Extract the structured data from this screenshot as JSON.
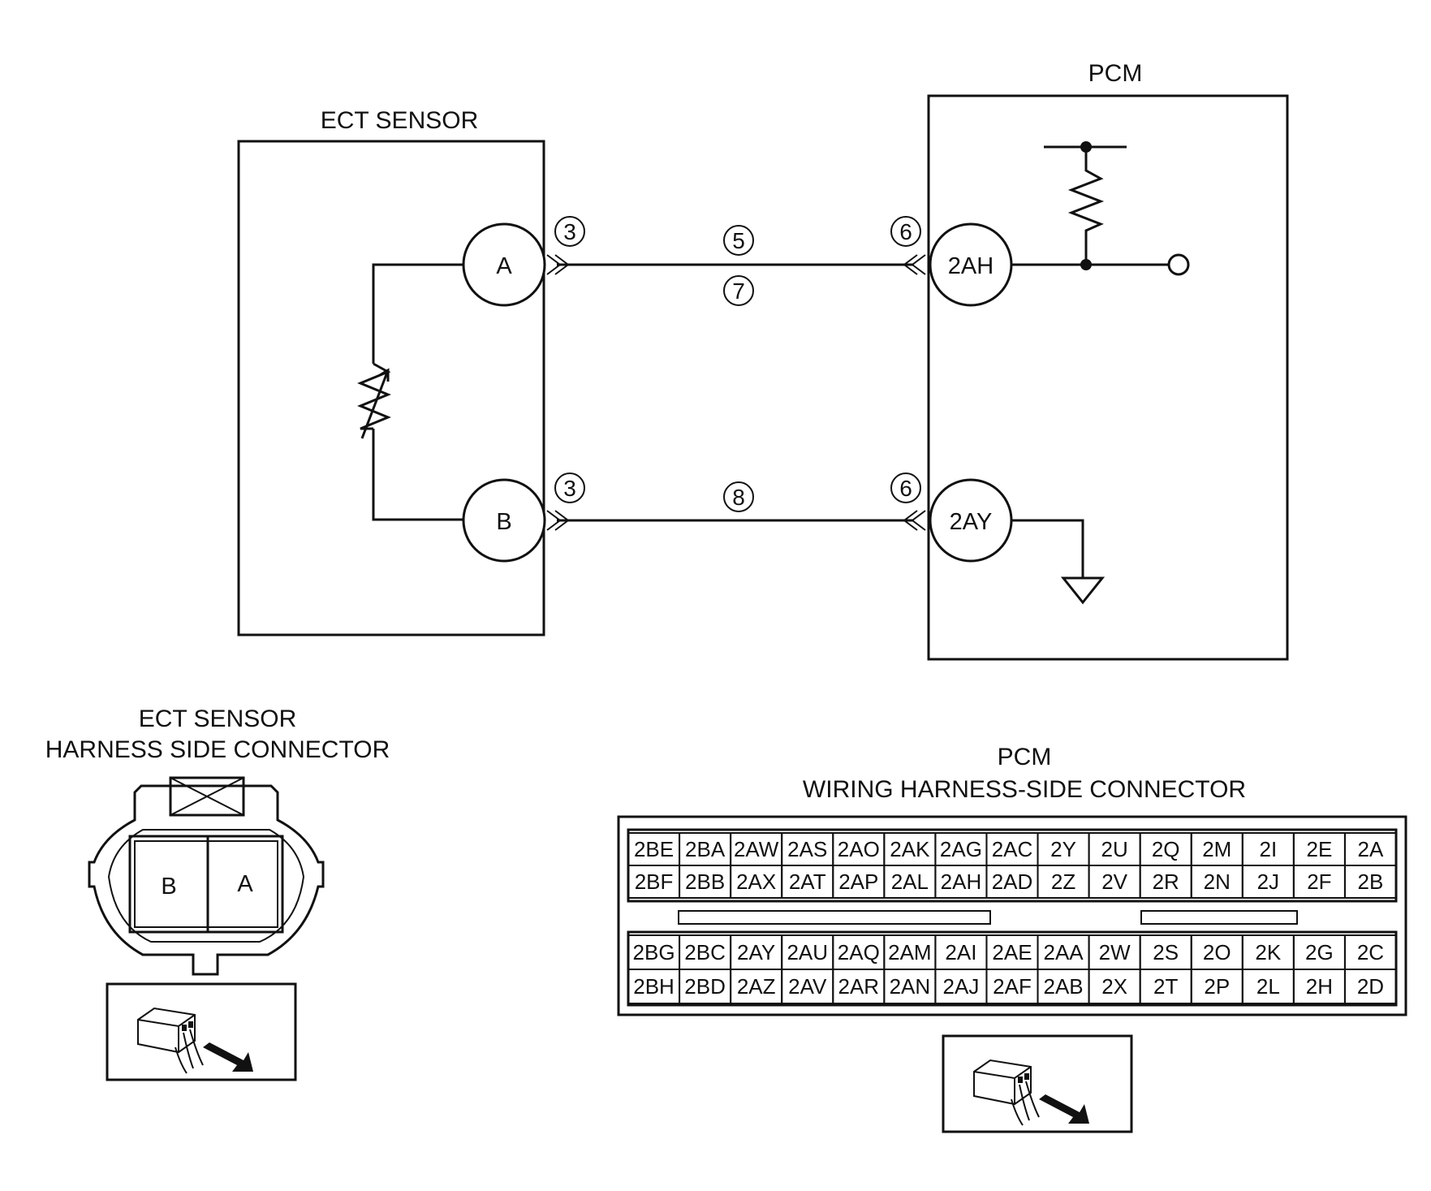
{
  "titles": {
    "ect_sensor": "ECT SENSOR",
    "pcm": "PCM",
    "ect_connector_line1": "ECT SENSOR",
    "ect_connector_line2": "HARNESS SIDE CONNECTOR",
    "pcm_connector_line1": "PCM",
    "pcm_connector_line2": "WIRING HARNESS-SIDE CONNECTOR"
  },
  "ect_terminals": {
    "a": "A",
    "b": "B"
  },
  "pcm_terminals": {
    "ah": "2AH",
    "ay": "2AY"
  },
  "callouts": {
    "a_sensor": "3",
    "b_sensor": "3",
    "a_pcm": "6",
    "b_pcm": "6",
    "wire_a_top": "5",
    "wire_a_bottom": "7",
    "wire_b": "8"
  },
  "ect_connector_cavities": {
    "left": "B",
    "right": "A"
  },
  "pcm_connector": {
    "upper_rows": [
      [
        "2BE",
        "2BA",
        "2AW",
        "2AS",
        "2AO",
        "2AK",
        "2AG",
        "2AC",
        "2Y",
        "2U",
        "2Q",
        "2M",
        "2I",
        "2E",
        "2A"
      ],
      [
        "2BF",
        "2BB",
        "2AX",
        "2AT",
        "2AP",
        "2AL",
        "2AH",
        "2AD",
        "2Z",
        "2V",
        "2R",
        "2N",
        "2J",
        "2F",
        "2B"
      ]
    ],
    "lower_rows": [
      [
        "2BG",
        "2BC",
        "2AY",
        "2AU",
        "2AQ",
        "2AM",
        "2AI",
        "2AE",
        "2AA",
        "2W",
        "2S",
        "2O",
        "2K",
        "2G",
        "2C"
      ],
      [
        "2BH",
        "2BD",
        "2AZ",
        "2AV",
        "2AR",
        "2AN",
        "2AJ",
        "2AF",
        "2AB",
        "2X",
        "2T",
        "2P",
        "2L",
        "2H",
        "2D"
      ]
    ]
  }
}
